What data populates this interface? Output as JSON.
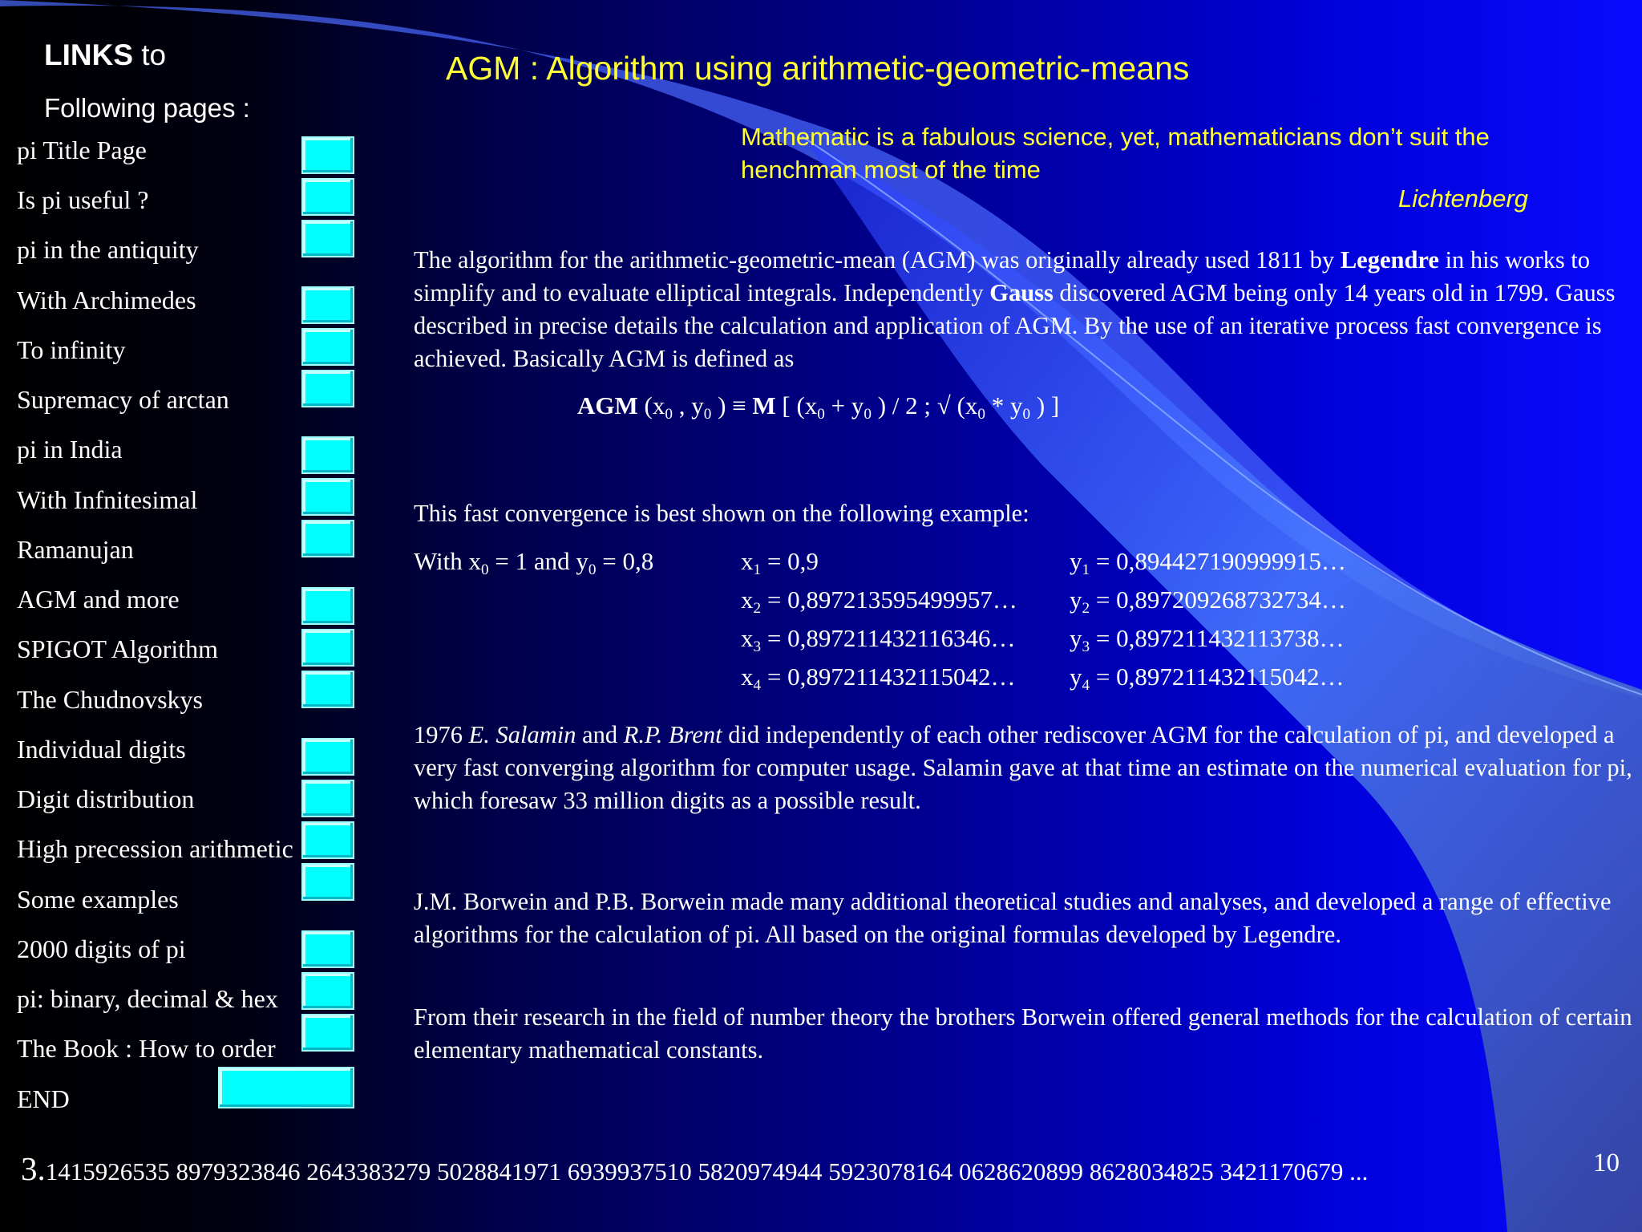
{
  "sidebar": {
    "heading_bold": "LINKS",
    "heading_rest": " to",
    "subheading": "Following pages :",
    "items": [
      "pi   Title Page",
      "Is pi useful ?",
      "pi in the antiquity",
      "With Archimedes",
      "To infinity",
      "Supremacy of arctan",
      "pi in India",
      "With Infnitesimal",
      "Ramanujan",
      "AGM and more",
      "SPIGOT Algorithm",
      "The Chudnovskys",
      "Individual digits",
      "Digit distribution",
      "High precession arithmetic",
      "Some examples",
      "2000 digits of pi",
      "pi: binary, decimal & hex",
      "The Book : How to order",
      "END"
    ]
  },
  "slide": {
    "title": "AGM : Algorithm using  arithmetic-geometric-means",
    "quote": "Mathematic is a fabulous science, yet, mathematicians don’t suit the henchman most of the time",
    "quote_author": "Lichtenberg",
    "p1": {
      "a": "The algorithm for the arithmetic-geometric-mean (AGM) was originally already used 1811 by ",
      "legendre": "Legendre",
      "b": " in his works to simplify and to evaluate elliptical integrals. Independently ",
      "gauss": "Gauss",
      "c": " discovered AGM being only 14 years old in 1799. Gauss described in precise details the calculation and application of AGM. By the use of an iterative process fast convergence is achieved. Basically AGM is defined as"
    },
    "formula": {
      "agm": "AGM",
      "open": " (x",
      "comma": " , y",
      "close": " ) ≡ ",
      "m": "M",
      "rest1": " [ (x",
      "plus": " + y",
      "rest2": " ) /  2 ;  √ (x",
      "times": " * y",
      "rest3": " ) ]",
      "sub0": "0"
    },
    "p2": " This fast convergence is best shown on the following example:",
    "convergence": {
      "intro_a": "With x",
      "intro_b": " = 1  and  y",
      "intro_c": " = 0,8",
      "sub0": "0",
      "rows": [
        {
          "i": "1",
          "x": " = 0,9",
          "y": " = 0,894427190999915…"
        },
        {
          "i": "2",
          "x": " = 0,897213595499957…",
          "y": " = 0,897209268732734…"
        },
        {
          "i": "3",
          "x": " = 0,897211432116346…",
          "y": " = 0,897211432113738…"
        },
        {
          "i": "4",
          "x": " = 0,897211432115042…",
          "y": " = 0,897211432115042…"
        }
      ]
    },
    "p3": {
      "a": " 1976  ",
      "salamin": "E. Salamin",
      "b": " and ",
      "brent": "R.P. Brent",
      "c": " did independently of each other rediscover AGM for the calculation of pi, and developed a very fast converging algorithm for computer usage. Salamin gave at that time an estimate on the numerical evaluation for pi, which foresaw 33 million digits as a possible result."
    },
    "p4": "J.M. Borwein and P.B. Borwein  made many additional theoretical studies and analyses, and developed a range of effective algorithms for the calculation of pi. All based on the original formulas developed by Legendre.",
    "p5": "From their research in the field of number theory the brothers Borwein offered general methods for the calculation of certain elementary mathematical constants."
  },
  "footer": {
    "pi_big": "3.",
    "pi_digits": "1415926535 8979323846 2643383279 5028841971 6939937510 5820974944 5923078164 0628620899 8628034825 3421170679  ...",
    "page_number": "10"
  },
  "colors": {
    "accent_yellow": "#ffff33",
    "button_cyan": "#00ffff",
    "background_blue": "#0000d8"
  }
}
